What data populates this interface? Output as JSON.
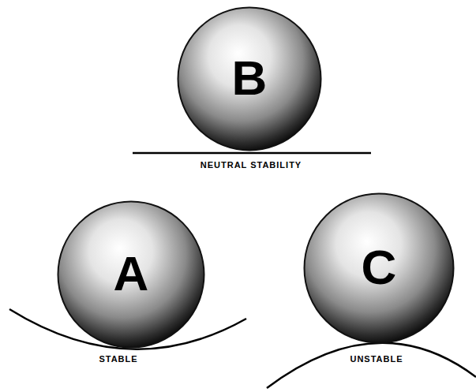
{
  "diagram": {
    "nodes": [
      {
        "text": [
          "B"
        ]
      },
      {
        "text": [
          "A"
        ]
      },
      {
        "text": [
          "C"
        ]
      }
    ],
    "labels": [
      "NEUTRAL STABILITY",
      "STABLE",
      "UNSTABLE"
    ]
  }
}
